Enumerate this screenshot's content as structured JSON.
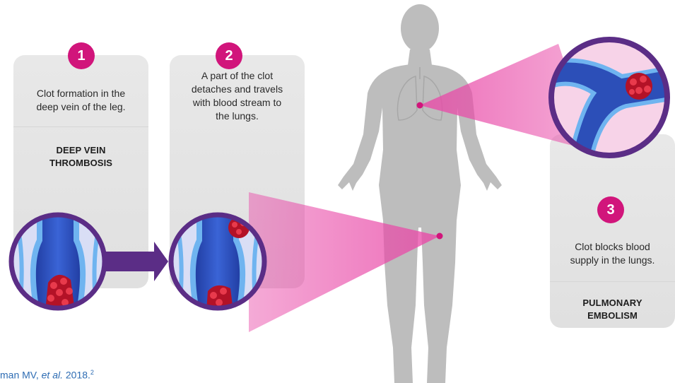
{
  "steps": [
    {
      "number": "1",
      "text_lines": [
        "Clot formation in the",
        "deep vein of the leg."
      ],
      "title_lines": [
        "DEEP VEIN",
        "THROMBOSIS"
      ]
    },
    {
      "number": "2",
      "text_lines": [
        "A part of the clot",
        "detaches and travels",
        "with blood stream to",
        "the lungs."
      ]
    },
    {
      "number": "3",
      "text_lines": [
        "Clot blocks blood",
        "supply in the lungs."
      ],
      "title_lines": [
        "PULMONARY",
        "EMBOLISM"
      ]
    }
  ],
  "citation": {
    "prefix": "man MV, ",
    "etal": "et al.",
    "year": " 2018.",
    "ref": "2"
  },
  "colors": {
    "magenta": "#d1157b",
    "purple": "#5b2d86",
    "vein": "#2c4fb8",
    "silhouette": "#bdbdbd"
  }
}
